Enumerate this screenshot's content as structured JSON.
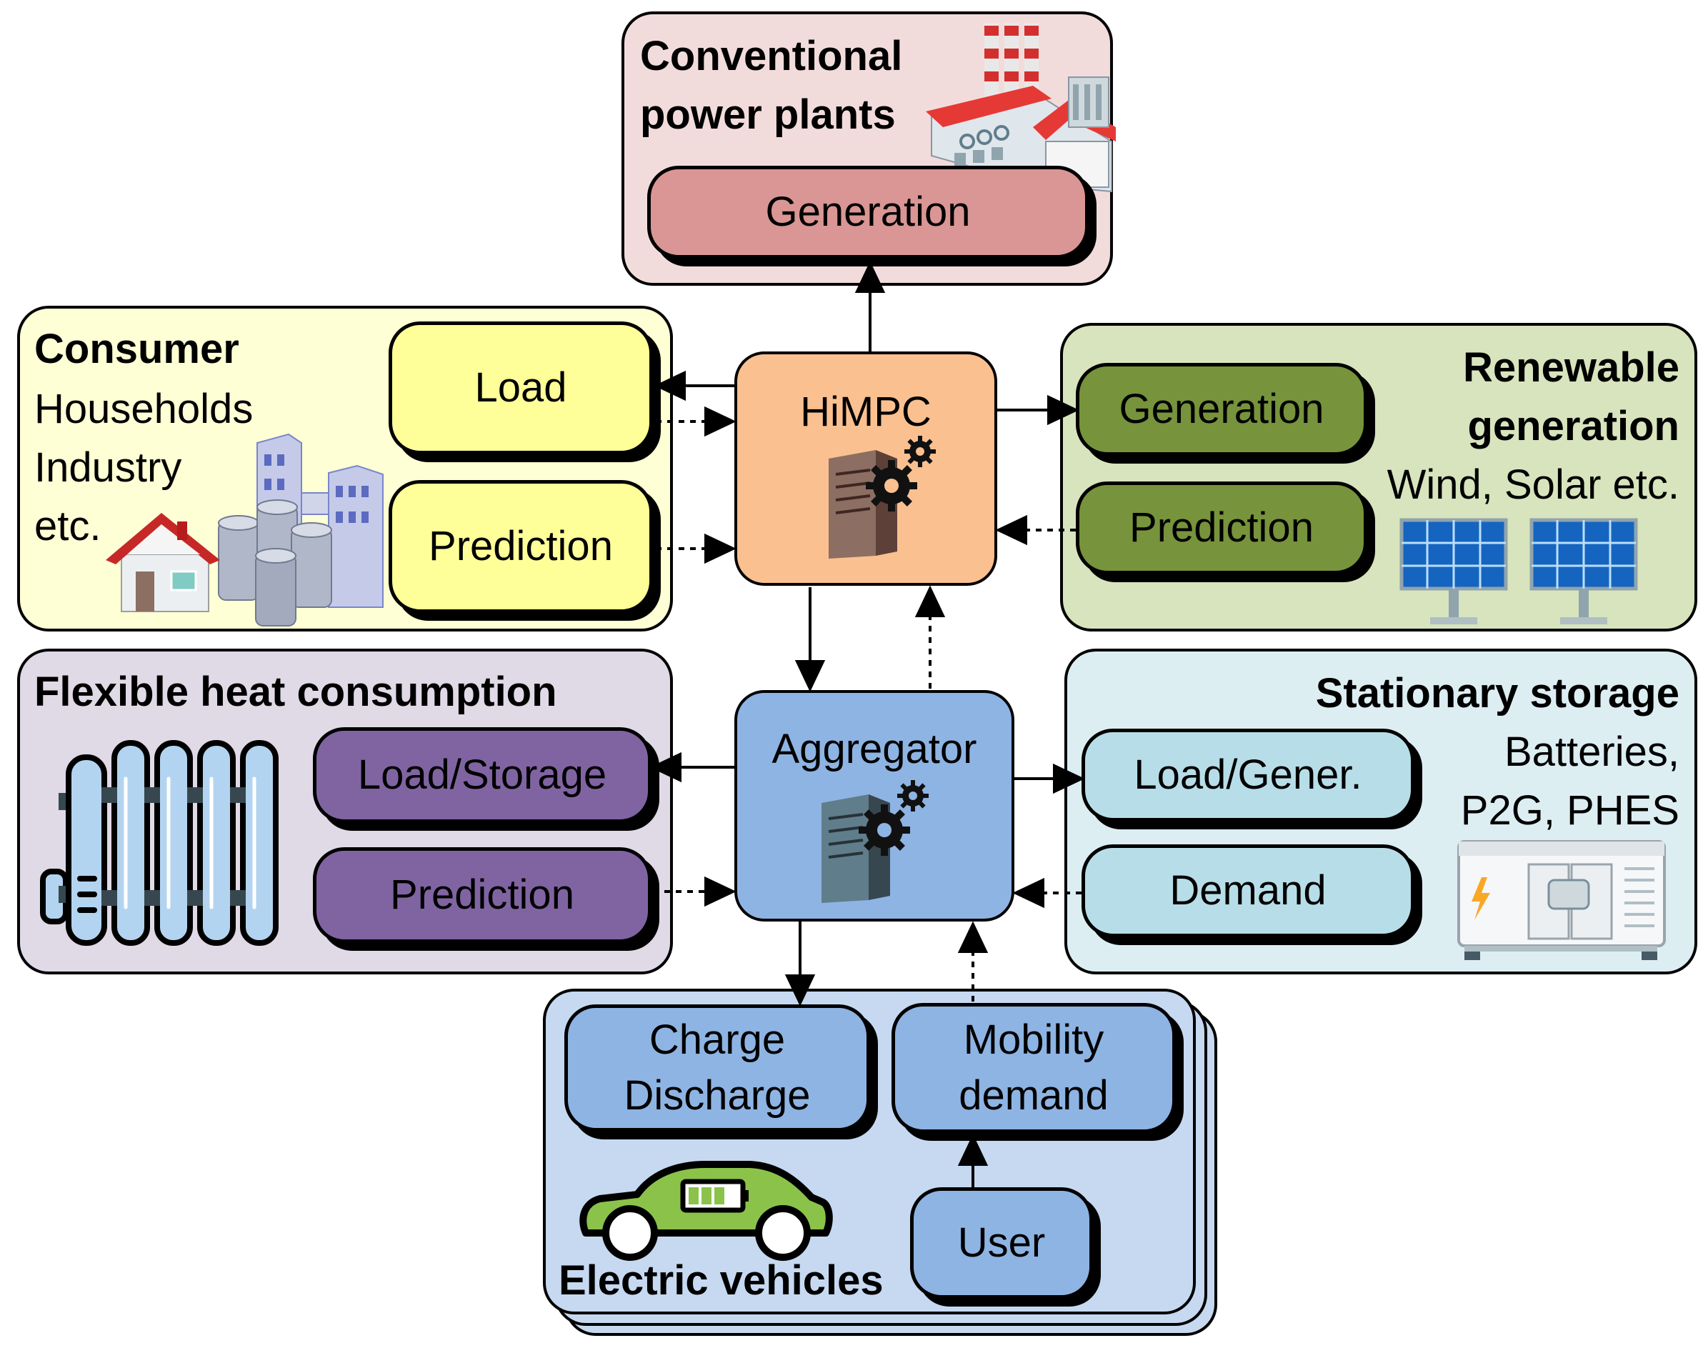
{
  "conventional": {
    "title_line1": "Conventional",
    "title_line2": "power plants",
    "generation": "Generation"
  },
  "consumer": {
    "title": "Consumer",
    "line1": "Households",
    "line2": "Industry",
    "line3": "etc.",
    "load": "Load",
    "prediction": "Prediction"
  },
  "renewable": {
    "title_line1": "Renewable",
    "title_line2": "generation",
    "subtitle": "Wind, Solar etc.",
    "generation": "Generation",
    "prediction": "Prediction"
  },
  "heat": {
    "title": "Flexible heat consumption",
    "load_storage": "Load/Storage",
    "prediction": "Prediction"
  },
  "storage": {
    "title": "Stationary storage",
    "line1": "Batteries,",
    "line2": "P2G, PHES",
    "load_gen": "Load/Gener.",
    "demand": "Demand"
  },
  "himpc": {
    "label": "HiMPC"
  },
  "aggregator": {
    "label": "Aggregator"
  },
  "ev": {
    "title": "Electric vehicles",
    "charge_line1": "Charge",
    "charge_line2": "Discharge",
    "mobility_line1": "Mobility",
    "mobility_line2": "demand",
    "user": "User"
  },
  "colors": {
    "conventional_panel": "#F2DCDB",
    "conventional_box": "#D99694",
    "consumer_panel": "#FFFFD5",
    "consumer_box": "#FFFF99",
    "renewable_panel": "#D7E4BD",
    "renewable_box": "#77933C",
    "heat_panel": "#E0D9E6",
    "heat_box": "#8064A2",
    "storage_panel": "#DDEEF3",
    "storage_box": "#B7DEE8",
    "himpc": "#FAC090",
    "aggregator": "#8EB4E3",
    "ev_panel": "#C6D9F1",
    "ev_box": "#8EB4E3"
  }
}
